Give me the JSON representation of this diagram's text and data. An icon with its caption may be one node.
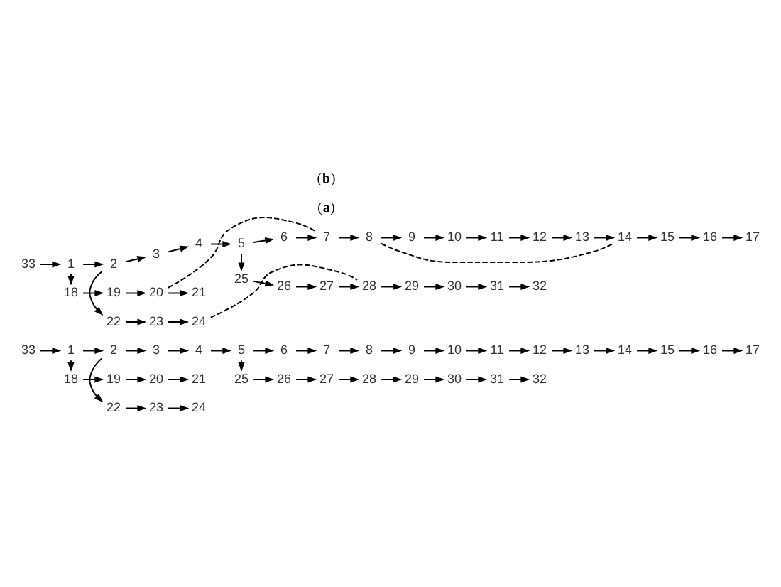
{
  "diagram": {
    "nodes": [
      {
        "text": [
          "18"
        ]
      },
      {
        "text": [
          "19"
        ]
      },
      {
        "text": [
          "20"
        ]
      },
      {
        "text": [
          "21"
        ]
      },
      {
        "text": [
          "33"
        ]
      },
      {
        "text": [
          "1"
        ]
      },
      {
        "text": [
          "2"
        ]
      },
      {
        "text": [
          "3"
        ]
      },
      {
        "text": [
          "4"
        ]
      },
      {
        "text": [
          "5"
        ]
      },
      {
        "text": [
          "6"
        ]
      },
      {
        "text": [
          "7"
        ]
      },
      {
        "text": [
          "8"
        ]
      },
      {
        "text": [
          "9"
        ]
      },
      {
        "text": [
          "10"
        ]
      },
      {
        "text": [
          "11"
        ]
      },
      {
        "text": [
          "12"
        ]
      },
      {
        "text": [
          "13"
        ]
      },
      {
        "text": [
          "14"
        ]
      },
      {
        "text": [
          "15"
        ]
      },
      {
        "text": [
          "16"
        ]
      },
      {
        "text": [
          "17"
        ]
      },
      {
        "text": [
          "25"
        ]
      },
      {
        "text": [
          "26"
        ]
      },
      {
        "text": [
          "27"
        ]
      },
      {
        "text": [
          "28"
        ]
      },
      {
        "text": [
          "29"
        ]
      },
      {
        "text": [
          "30"
        ]
      },
      {
        "text": [
          "31"
        ]
      },
      {
        "text": [
          "32"
        ]
      },
      {
        "text": [
          "22"
        ]
      },
      {
        "text": [
          "23"
        ]
      },
      {
        "text": [
          "24"
        ]
      },
      {
        "text": [
          "18"
        ]
      },
      {
        "text": [
          "19"
        ]
      },
      {
        "text": [
          "20"
        ]
      },
      {
        "text": [
          "21"
        ]
      },
      {
        "text": [
          "33"
        ]
      },
      {
        "text": [
          "1"
        ]
      },
      {
        "text": [
          "2"
        ]
      },
      {
        "text": [
          "3"
        ]
      },
      {
        "text": [
          "4"
        ]
      },
      {
        "text": [
          "5"
        ]
      },
      {
        "text": [
          "6"
        ]
      },
      {
        "text": [
          "7"
        ]
      },
      {
        "text": [
          "8"
        ]
      },
      {
        "text": [
          "9"
        ]
      },
      {
        "text": [
          "10"
        ]
      },
      {
        "text": [
          "11"
        ]
      },
      {
        "text": [
          "12"
        ]
      },
      {
        "text": [
          "13"
        ]
      },
      {
        "text": [
          "14"
        ]
      },
      {
        "text": [
          "15"
        ]
      },
      {
        "text": [
          "16"
        ]
      },
      {
        "text": [
          "17"
        ]
      },
      {
        "text": [
          "25"
        ]
      },
      {
        "text": [
          "26"
        ]
      },
      {
        "text": [
          "27"
        ]
      },
      {
        "text": [
          "28"
        ]
      },
      {
        "text": [
          "29"
        ]
      },
      {
        "text": [
          "30"
        ]
      },
      {
        "text": [
          "31"
        ]
      },
      {
        "text": [
          "32"
        ]
      },
      {
        "text": [
          "22"
        ]
      },
      {
        "text": [
          "23"
        ]
      },
      {
        "text": [
          "24"
        ]
      }
    ],
    "edges": [
      {
        "from": 4,
        "to": 5,
        "arrow": "to"
      },
      {
        "from": 5,
        "to": 0,
        "arrow": "to"
      },
      {
        "from": 0,
        "to": 1,
        "arrow": "to"
      },
      {
        "from": 1,
        "to": 2,
        "arrow": "to"
      },
      {
        "from": 2,
        "to": 3,
        "arrow": "to"
      },
      {
        "from": 5,
        "to": 6,
        "arrow": "to"
      },
      {
        "from": 6,
        "to": 7,
        "arrow": "to"
      },
      {
        "from": 7,
        "to": 8,
        "arrow": "to"
      },
      {
        "from": 8,
        "to": 9,
        "arrow": "to"
      },
      {
        "from": 9,
        "to": 10,
        "arrow": "to"
      },
      {
        "from": 10,
        "to": 11,
        "arrow": "to"
      },
      {
        "from": 11,
        "to": 12,
        "arrow": "to"
      },
      {
        "from": 12,
        "to": 13,
        "arrow": "to"
      },
      {
        "from": 13,
        "to": 14,
        "arrow": "to"
      },
      {
        "from": 14,
        "to": 15,
        "arrow": "to"
      },
      {
        "from": 15,
        "to": 16,
        "arrow": "to"
      },
      {
        "from": 16,
        "to": 17,
        "arrow": "to"
      },
      {
        "from": 17,
        "to": 18,
        "arrow": "to"
      },
      {
        "from": 18,
        "to": 19,
        "arrow": "to"
      },
      {
        "from": 19,
        "to": 20,
        "arrow": "to"
      },
      {
        "from": 20,
        "to": 21,
        "arrow": "to"
      },
      {
        "from": 6,
        "to": 30,
        "arrow": "to"
      },
      {
        "from": 30,
        "to": 31,
        "arrow": "to"
      },
      {
        "from": 31,
        "to": 32,
        "arrow": "to"
      },
      {
        "from": 9,
        "to": 22,
        "arrow": "to"
      },
      {
        "from": 22,
        "to": 23,
        "arrow": "to"
      },
      {
        "from": 23,
        "to": 24,
        "arrow": "to"
      },
      {
        "from": 24,
        "to": 25,
        "arrow": "to"
      },
      {
        "from": 25,
        "to": 26,
        "arrow": "to"
      },
      {
        "from": 26,
        "to": 27,
        "arrow": "to"
      },
      {
        "from": 27,
        "to": 28,
        "arrow": "to"
      },
      {
        "from": 28,
        "to": 29,
        "arrow": "to"
      },
      {
        "from": 37,
        "to": 38,
        "arrow": "to"
      },
      {
        "from": 38,
        "to": 33,
        "arrow": "to"
      },
      {
        "from": 33,
        "to": 34,
        "arrow": "to"
      },
      {
        "from": 34,
        "to": 35,
        "arrow": "to"
      },
      {
        "from": 35,
        "to": 36,
        "arrow": "to"
      },
      {
        "from": 38,
        "to": 39,
        "arrow": "to"
      },
      {
        "from": 39,
        "to": 40,
        "arrow": "to"
      },
      {
        "from": 40,
        "to": 41,
        "arrow": "to"
      },
      {
        "from": 41,
        "to": 42,
        "arrow": "to"
      },
      {
        "from": 42,
        "to": 43,
        "arrow": "to"
      },
      {
        "from": 43,
        "to": 44,
        "arrow": "to"
      },
      {
        "from": 44,
        "to": 45,
        "arrow": "to"
      },
      {
        "from": 45,
        "to": 46,
        "arrow": "to"
      },
      {
        "from": 46,
        "to": 47,
        "arrow": "to"
      },
      {
        "from": 47,
        "to": 48,
        "arrow": "to"
      },
      {
        "from": 48,
        "to": 49,
        "arrow": "to"
      },
      {
        "from": 49,
        "to": 50,
        "arrow": "to"
      },
      {
        "from": 50,
        "to": 51,
        "arrow": "to"
      },
      {
        "from": 51,
        "to": 52,
        "arrow": "to"
      },
      {
        "from": 52,
        "to": 53,
        "arrow": "to"
      },
      {
        "from": 53,
        "to": 54,
        "arrow": "to"
      },
      {
        "from": 39,
        "to": 63,
        "arrow": "to"
      },
      {
        "from": 63,
        "to": 64,
        "arrow": "to"
      },
      {
        "from": 64,
        "to": 65,
        "arrow": "to"
      },
      {
        "from": 42,
        "to": 55,
        "arrow": "to"
      },
      {
        "from": 55,
        "to": 56,
        "arrow": "to"
      },
      {
        "from": 56,
        "to": 57,
        "arrow": "to"
      },
      {
        "from": 57,
        "to": 58,
        "arrow": "to"
      },
      {
        "from": 58,
        "to": 59,
        "arrow": "to"
      },
      {
        "from": 59,
        "to": 60,
        "arrow": "to"
      },
      {
        "from": 60,
        "to": 61,
        "arrow": "to"
      },
      {
        "from": 61,
        "to": 62,
        "arrow": "to"
      },
      {
        "from": 35,
        "to": 44,
        "arrow": "none",
        "style": "dashed"
      },
      {
        "from": 45,
        "to": 51,
        "arrow": "none",
        "style": "dashed"
      },
      {
        "from": 65,
        "to": 58,
        "arrow": "none",
        "style": "dashed"
      }
    ],
    "labels": [
      "(**a**)",
      "(**b**)"
    ]
  }
}
